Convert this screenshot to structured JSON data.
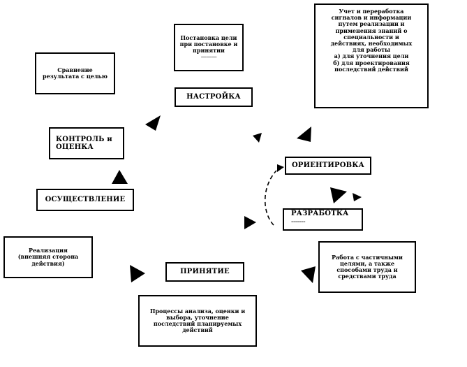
{
  "stages": {
    "nastroika": "НАСТРОЙКА",
    "orientirovka": "ОРИЕНТИРОВКА",
    "razrabotka": "РАЗРАБОТКА",
    "razrabotka_dash": "-------",
    "prinyatie": "ПРИНЯТИЕ",
    "osushestvlenie": "ОСУЩЕСТВЛЕНИЕ",
    "kontrol": "КОНТРОЛЬ и ОЦЕНКА"
  },
  "notes": {
    "postanovka": "Постановка цели при постановке и принятии",
    "postanovka_dash": "———",
    "uchet_lines": [
      "Учет и переработка",
      "сигналов и информации",
      "путем реализации и",
      "применения знаний о",
      "специальности и",
      "действиях, необходимых",
      "для работы",
      "а) для уточнения цели",
      "б) для проектирования",
      "последствий действий"
    ],
    "sravnenie": "Сравнение результата с целью",
    "realizaciya": "Реализация (внешняя сторона действия)",
    "rabota": "Работа с частичными целями, а также способами труда и средствами труда",
    "processy": "Процессы анализа, оценки и выбора, уточнение последствий планируемых действий"
  }
}
